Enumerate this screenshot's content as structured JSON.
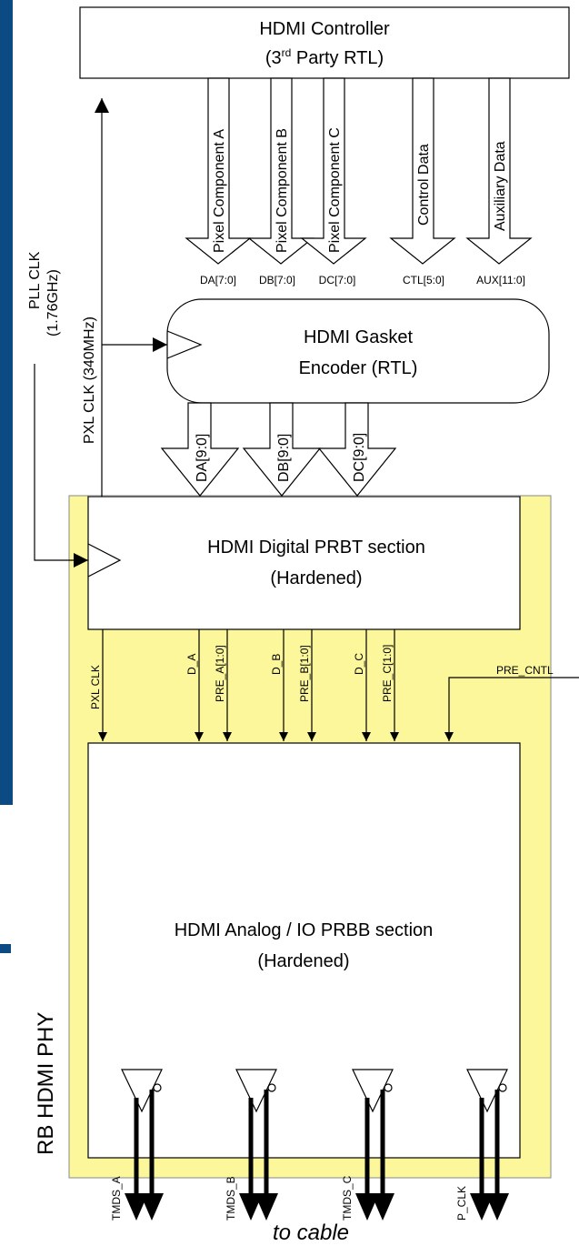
{
  "controller": {
    "title": "HDMI Controller",
    "sub_a": "(3",
    "sub_sup": "rd",
    "sub_b": " Party RTL)"
  },
  "buses_top": [
    {
      "label": "Pixel Component A",
      "signal": "DA[7:0]"
    },
    {
      "label": "Pixel Component B",
      "signal": "DB[7:0]"
    },
    {
      "label": "Pixel Component C",
      "signal": "DC[7:0]"
    },
    {
      "label": "Control Data",
      "signal": "CTL[5:0]"
    },
    {
      "label": "Auxiliary Data",
      "signal": "AUX[11:0]"
    }
  ],
  "gasket": {
    "line1": "HDMI Gasket",
    "line2": "Encoder (RTL)"
  },
  "buses_mid": [
    "DA[9:0]",
    "DB[9:0]",
    "DC[9:0]"
  ],
  "pll_clk": {
    "line1": "PLL CLK",
    "line2": "(1.76GHz)"
  },
  "pxl_clk_main": "PXL CLK (340MHz)",
  "digital": {
    "line1": "HDMI Digital PRBT section",
    "line2": "(Hardened)"
  },
  "signals": [
    "PXL CLK",
    "D_A",
    "PRE_A[1:0]",
    "D_B",
    "PRE_B[1:0]",
    "D_C",
    "PRE_C[1:0]"
  ],
  "pre_cntl": "PRE_CNTL",
  "analog": {
    "line1": "HDMI Analog / IO PRBB section",
    "line2": "(Hardened)"
  },
  "phy_label": "RB HDMI PHY",
  "outputs": [
    "TMDS_A",
    "TMDS_B",
    "TMDS_C",
    "P_CLK"
  ],
  "footer": "to cable",
  "colors": {
    "phy_fill": "#fbf79a",
    "side_bar": "#0b4a82"
  }
}
